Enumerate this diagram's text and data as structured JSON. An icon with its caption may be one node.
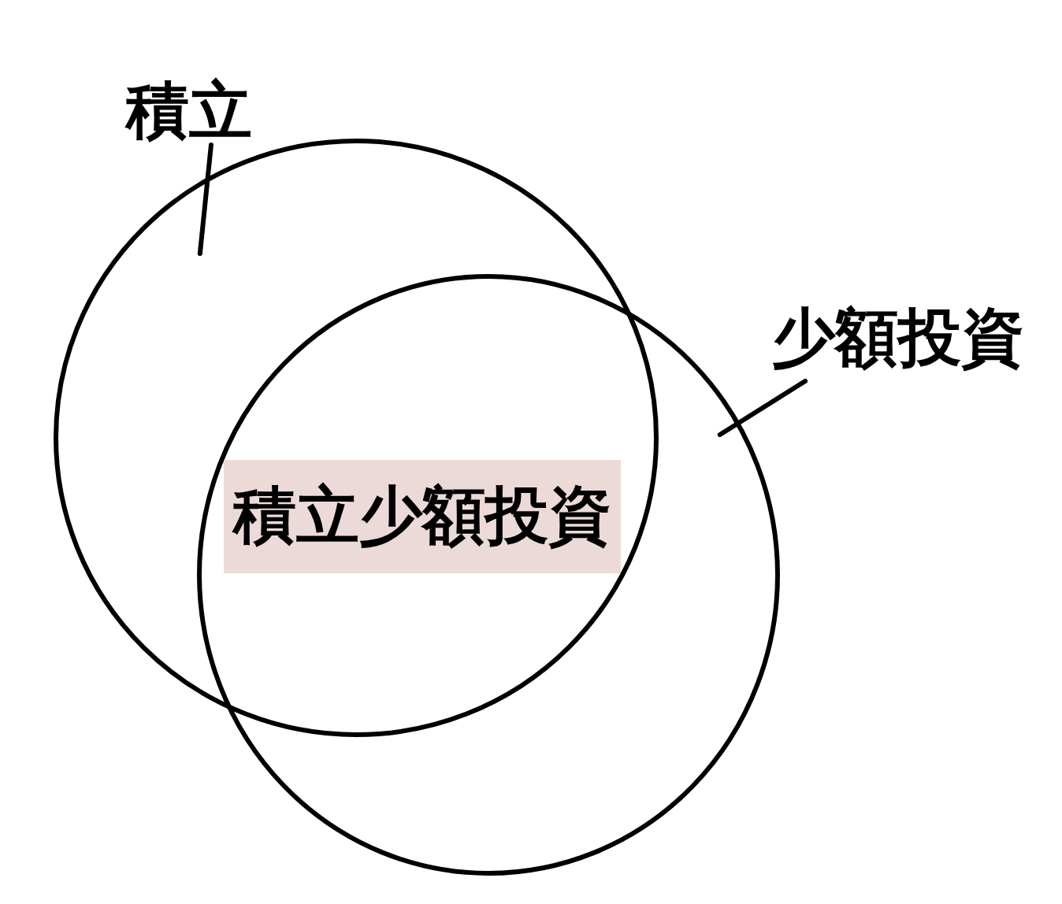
{
  "diagram": {
    "nodes": [
      {
        "text": [
          "積立"
        ]
      },
      {
        "text": [],
        "shape": "circle"
      },
      {
        "text": [
          "少額投資"
        ]
      },
      {
        "text": [],
        "shape": "circle"
      },
      {
        "text": [
          "積立少額投資"
        ]
      }
    ],
    "edges": [
      {
        "from": 0,
        "to": 1,
        "arrow": "none"
      },
      {
        "from": 2,
        "to": 3,
        "arrow": "none"
      }
    ]
  }
}
